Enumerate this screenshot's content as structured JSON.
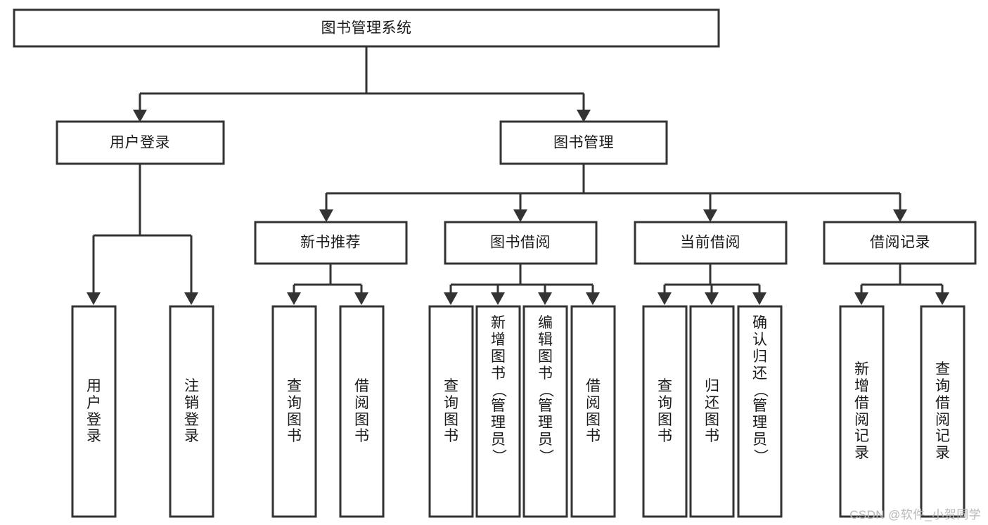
{
  "diagram": {
    "type": "tree-hierarchy",
    "title": "图书管理系统",
    "orientation": "top-down",
    "colors": {
      "box_stroke": "#333333",
      "box_fill": "#ffffff",
      "text": "#1a1a1a",
      "connector": "#333333",
      "watermark": "#b8b8b8",
      "background": "#ffffff"
    },
    "watermark": "CSDN @软件_小贺同学",
    "root": {
      "id": "root",
      "label": "图书管理系统"
    },
    "level1": [
      {
        "id": "user-login",
        "label": "用户登录"
      },
      {
        "id": "book-manage",
        "label": "图书管理"
      }
    ],
    "level2": [
      {
        "id": "new-book-rec",
        "label": "新书推荐",
        "parent": "book-manage"
      },
      {
        "id": "book-borrow",
        "label": "图书借阅",
        "parent": "book-manage"
      },
      {
        "id": "current-borrow",
        "label": "当前借阅",
        "parent": "book-manage"
      },
      {
        "id": "borrow-record",
        "label": "借阅记录",
        "parent": "book-manage"
      }
    ],
    "leaves": {
      "user-login": [
        {
          "id": "leaf-user-login",
          "label": "用户登录"
        },
        {
          "id": "leaf-logout",
          "label": "注销登录"
        }
      ],
      "new-book-rec": [
        {
          "id": "leaf-query-book-1",
          "label": "查询图书"
        },
        {
          "id": "leaf-borrow-book-1",
          "label": "借阅图书"
        }
      ],
      "book-borrow": [
        {
          "id": "leaf-query-book-2",
          "label": "查询图书"
        },
        {
          "id": "leaf-add-book",
          "label": "新增图书（管理员）"
        },
        {
          "id": "leaf-edit-book",
          "label": "编辑图书（管理员）"
        },
        {
          "id": "leaf-borrow-book-2",
          "label": "借阅图书"
        }
      ],
      "current-borrow": [
        {
          "id": "leaf-query-book-3",
          "label": "查询图书"
        },
        {
          "id": "leaf-return-book",
          "label": "归还图书"
        },
        {
          "id": "leaf-confirm-return",
          "label": "确认归还（管理员）"
        }
      ],
      "borrow-record": [
        {
          "id": "leaf-add-record",
          "label": "新增借阅记录"
        },
        {
          "id": "leaf-query-record",
          "label": "查询借阅记录"
        }
      ]
    }
  }
}
